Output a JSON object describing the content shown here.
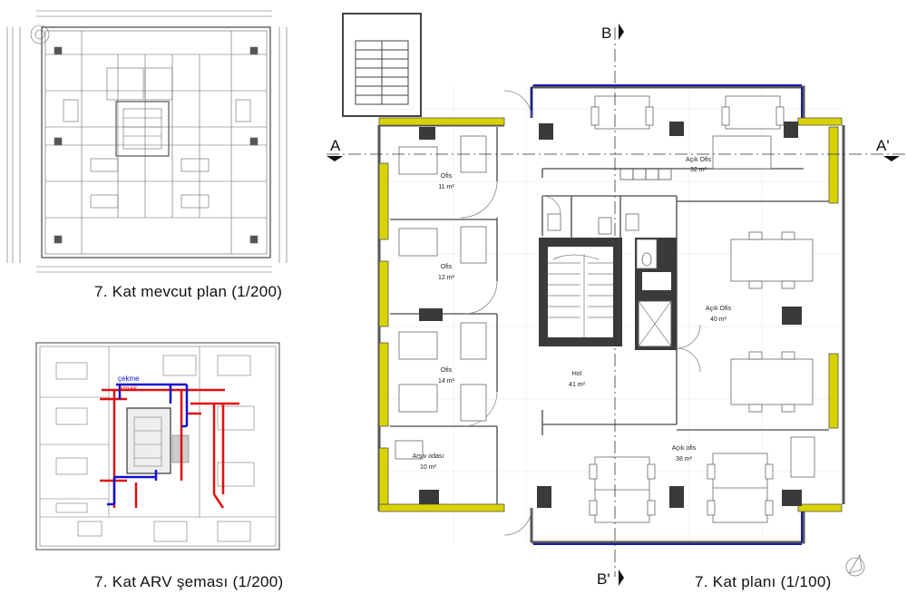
{
  "captions": {
    "existing_plan": "7. Kat mevcut plan (1/200)",
    "hvac_scheme": "7. Kat ARV şeması (1/200)",
    "floor_plan": "7. Kat planı (1/100)"
  },
  "section_markers": {
    "a_left": "A",
    "a_right": "A'",
    "b_top": "B",
    "b_bottom": "B'"
  },
  "hvac_labels": {
    "line1": "çekme",
    "line2": "kmak"
  },
  "rooms": [
    {
      "name": "Ofis",
      "area": "11 m²"
    },
    {
      "name": "Ofis",
      "area": "12 m²"
    },
    {
      "name": "Ofis",
      "area": "14 m²"
    },
    {
      "name": "Arşiv odası",
      "area": "10 m²"
    },
    {
      "name": "Hol",
      "area": "41 m²"
    },
    {
      "name": "Açık Ofis",
      "area": "32 m²"
    },
    {
      "name": "Açık Ofis",
      "area": "40 m²"
    },
    {
      "name": "Açık ofis",
      "area": "38 m²"
    }
  ],
  "colors": {
    "wall": "#555555",
    "glazing": "#1a1aa8",
    "insulation": "#d8d200",
    "core": "#3a3a3a",
    "duct_red": "#e01010",
    "duct_blue": "#1010d0"
  }
}
